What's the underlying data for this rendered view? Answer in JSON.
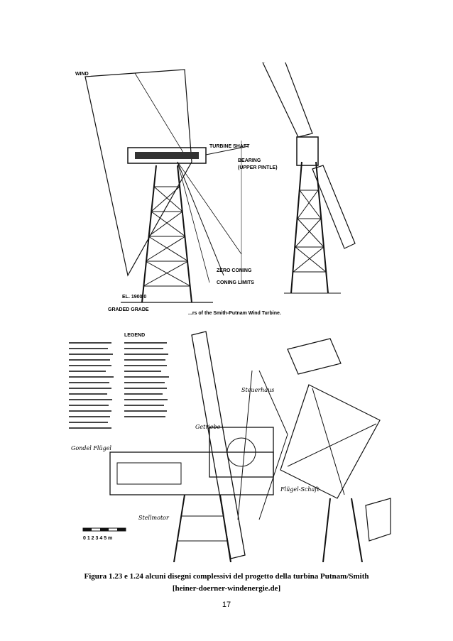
{
  "figure_top": {
    "labels": {
      "wind": "WIND",
      "turbine_shaft": "TURBINE SHAFT",
      "bearing": "BEARING",
      "upper_pintle": "(UPPER PINTLE)",
      "zero_coning": "ZERO CONING",
      "coning_limits": "CONING LIMITS",
      "elevation": "EL. 1900.0",
      "grade": "GRADED GRADE",
      "title_partial": "...rs of the Smith-Putnam Wind Turbine."
    }
  },
  "figure_bottom": {
    "legend_title": "LEGEND",
    "annotations": [
      "Steuerhaus",
      "Getriebe",
      "Gondel Flügel",
      "Flügel-Schaft",
      "Stellmotor"
    ],
    "scale": "0 1 2 3 4 5 m"
  },
  "caption": {
    "line1": "Figura 1.23 e 1.24 alcuni disegni complessivi del progetto della turbina Putnam/Smith",
    "line2": "[heiner-doerner-windenergie.de]"
  },
  "page_number": "17"
}
